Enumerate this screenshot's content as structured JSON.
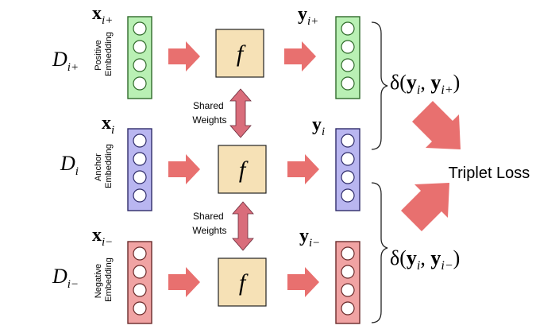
{
  "rows": [
    {
      "id": "positive",
      "d_base": "D",
      "d_sub": "i+",
      "x_base": "x",
      "x_sub": "i+",
      "y_base": "y",
      "y_sub": "i+",
      "embedding_label_1": "Positive",
      "embedding_label_2": "Embedding",
      "color_fill": "#b9f0b4",
      "color_stroke": "#2f6a2a"
    },
    {
      "id": "anchor",
      "d_base": "D",
      "d_sub": "i",
      "x_base": "x",
      "x_sub": "i",
      "y_base": "y",
      "y_sub": "i",
      "embedding_label_1": "Anchor",
      "embedding_label_2": "Embedding",
      "color_fill": "#b9b6f0",
      "color_stroke": "#2f2c6a"
    },
    {
      "id": "negative",
      "d_base": "D",
      "d_sub": "i−",
      "x_base": "x",
      "x_sub": "i−",
      "y_base": "y",
      "y_sub": "i−",
      "embedding_label_1": "Negative",
      "embedding_label_2": "Embedding",
      "color_fill": "#f0a3a3",
      "color_stroke": "#6a2a2a"
    }
  ],
  "function_label": "f",
  "function_fill": "#f6e1b6",
  "shared_weights_line1": "Shared",
  "shared_weights_line2": "Weights",
  "delta_positive": {
    "prefix": "δ(",
    "y1": "y",
    "sub1": "i",
    "sep": ", ",
    "y2": "y",
    "sub2": "i+",
    "suffix": ")"
  },
  "delta_negative": {
    "prefix": "δ(",
    "y1": "y",
    "sub1": "i",
    "sep": ", ",
    "y2": "y",
    "sub2": "i−",
    "suffix": ")"
  },
  "output_label": "Triplet Loss",
  "arrow_color": "#e8706f",
  "double_arrow_color": "#d96d7b"
}
